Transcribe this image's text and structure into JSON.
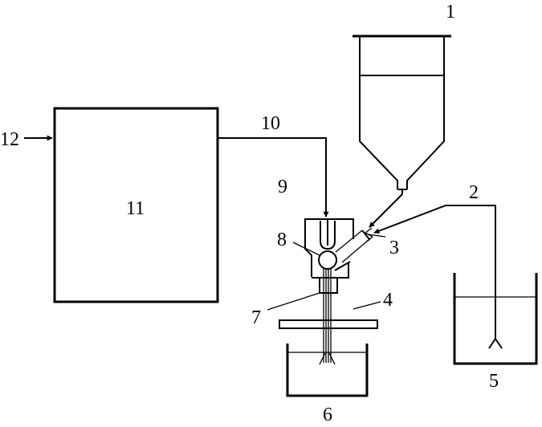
{
  "diagram": {
    "labels": {
      "l1": "1",
      "l2": "2",
      "l3": "3",
      "l4": "4",
      "l5": "5",
      "l6": "6",
      "l7": "7",
      "l8": "8",
      "l9": "9",
      "l10": "10",
      "l11": "11",
      "l12": "12"
    }
  }
}
